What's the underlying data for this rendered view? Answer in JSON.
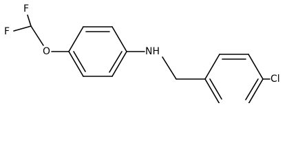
{
  "molecule": {
    "atoms": {
      "f_top": "F",
      "f_left": "F",
      "o": "O",
      "nh": "NH",
      "cl": "Cl"
    },
    "colors": {
      "bond": "#000000",
      "label": "#000000",
      "background": "#ffffff"
    }
  }
}
